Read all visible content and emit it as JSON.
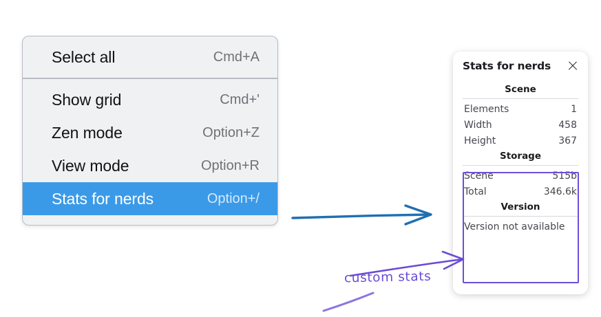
{
  "context_menu": {
    "groups": [
      {
        "name": "group-1",
        "items": [
          {
            "label": "Select all",
            "shortcut": "Cmd+A",
            "selected": false
          }
        ]
      },
      {
        "name": "group-2",
        "items": [
          {
            "label": "Show grid",
            "shortcut": "Cmd+'",
            "selected": false
          },
          {
            "label": "Zen mode",
            "shortcut": "Option+Z",
            "selected": false
          },
          {
            "label": "View mode",
            "shortcut": "Option+R",
            "selected": false
          },
          {
            "label": "Stats for nerds",
            "shortcut": "Option+/",
            "selected": true
          }
        ]
      }
    ],
    "highlight_color": "#3b9ae8",
    "background_color": "#f0f1f3"
  },
  "stats_panel": {
    "title": "Stats for nerds",
    "close_icon": "close-icon",
    "sections": [
      {
        "heading": "Scene",
        "rows": [
          {
            "key": "Elements",
            "value": "1"
          },
          {
            "key": "Width",
            "value": "458"
          },
          {
            "key": "Height",
            "value": "367"
          }
        ]
      },
      {
        "heading": "Storage",
        "rows": [
          {
            "key": "Scene",
            "value": "515b"
          },
          {
            "key": "Total",
            "value": "346.6k"
          }
        ]
      },
      {
        "heading": "Version",
        "single": "Version not available"
      }
    ]
  },
  "annotations": {
    "custom_stats_label": "custom stats",
    "purple_color": "#6a4bd4",
    "blue_color": "#1f6fb2",
    "highlight_box_color": "#6c4ed8"
  }
}
